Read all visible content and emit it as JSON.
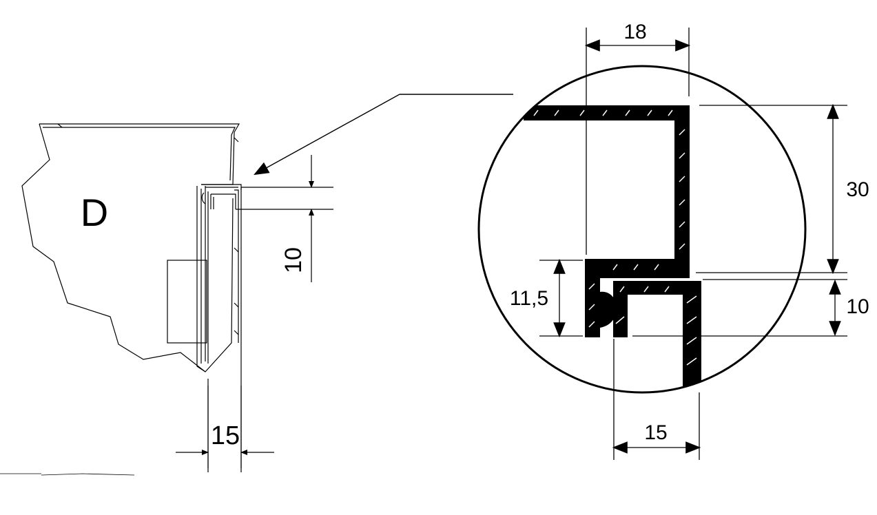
{
  "left_view": {
    "part_label": "D",
    "dim_vertical_gap": "10",
    "dim_width": "15"
  },
  "detail_view": {
    "dim_top_width": "18",
    "dim_height_upper": "30",
    "dim_height_lower": "10",
    "dim_left_height": "11,5",
    "dim_bottom_width": "15"
  },
  "colors": {
    "line": "#000000",
    "profile_fill": "#000000",
    "background": "#ffffff"
  }
}
